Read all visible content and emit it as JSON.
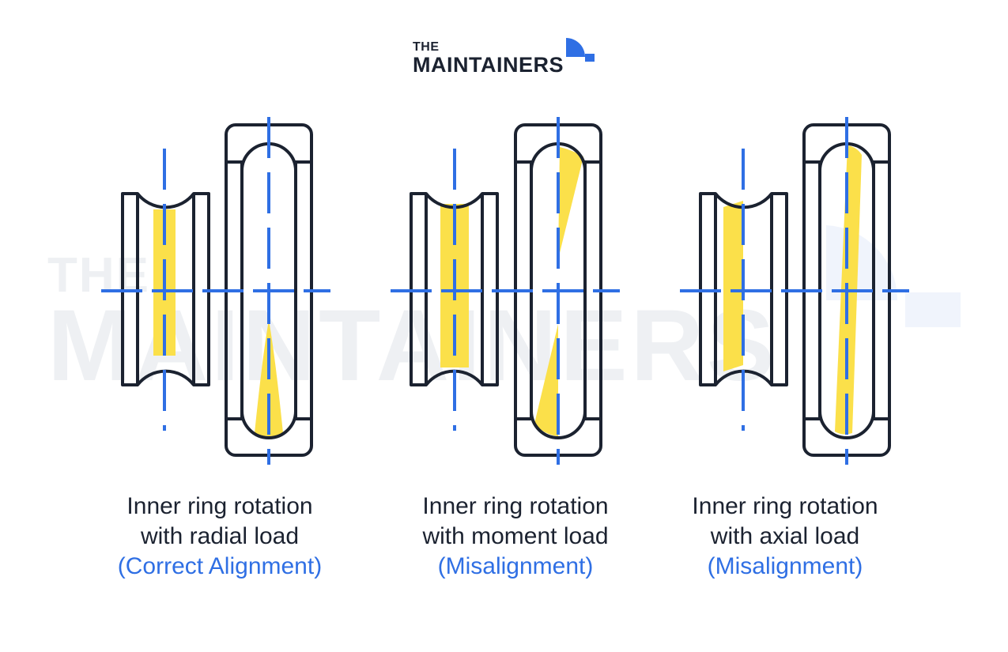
{
  "logo": {
    "line1": "THE",
    "line2": "MAINTAINERS"
  },
  "watermark": {
    "line1": "THE",
    "line2": "MAINTAINERS"
  },
  "colors": {
    "outline": "#1b2230",
    "axis": "#2f6fe4",
    "load": "#fbe04a",
    "watermark": "#eef0f3"
  },
  "panels": [
    {
      "line1": "Inner ring rotation",
      "line2": "with radial load",
      "line3": "(Correct Alignment)"
    },
    {
      "line1": "Inner ring rotation",
      "line2": "with moment load",
      "line3": "(Misalignment)"
    },
    {
      "line1": "Inner ring rotation",
      "line2": "with axial load",
      "line3": "(Misalignment)"
    }
  ]
}
